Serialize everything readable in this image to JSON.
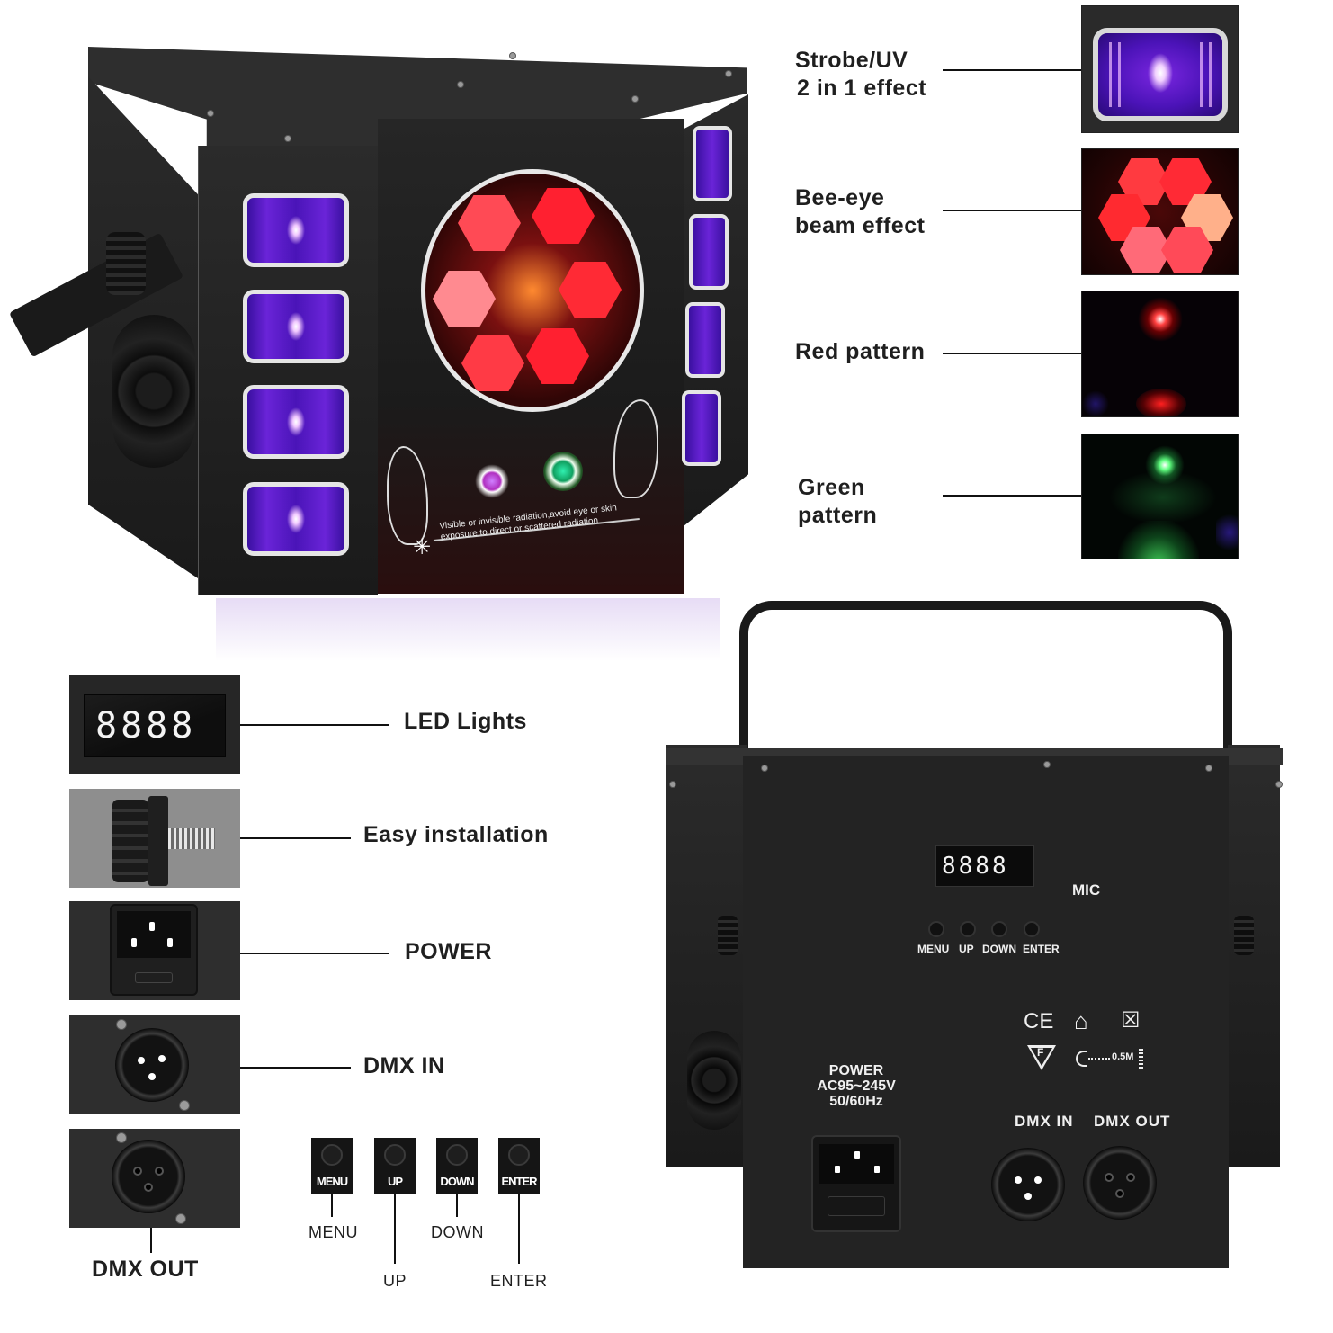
{
  "features_top": [
    {
      "id": "strobe-uv",
      "line1": "Strobe/UV",
      "line2": "2 in 1 effect",
      "thumb_color": "#5a1ed0"
    },
    {
      "id": "bee-eye",
      "line1": "Bee-eye",
      "line2": "beam effect",
      "thumb_color": "#e02020"
    },
    {
      "id": "red-pattern",
      "line1": "Red pattern",
      "line2": "",
      "thumb_color": "#ff1a1a"
    },
    {
      "id": "green-pattern",
      "line1": "Green",
      "line2": "pattern",
      "thumb_color": "#2ee05a"
    }
  ],
  "front_device": {
    "warning_line1": "Visible or invisible radiation,avoid eye or skin",
    "warning_line2": "exposure to direct or scattered radiation"
  },
  "features_bottom": [
    {
      "id": "led-lights",
      "label": "LED Lights",
      "display": "8888"
    },
    {
      "id": "easy-installation",
      "label": "Easy installation"
    },
    {
      "id": "power",
      "label": "POWER"
    },
    {
      "id": "dmx-in",
      "label": "DMX IN"
    },
    {
      "id": "dmx-out",
      "label": "DMX OUT"
    }
  ],
  "control_buttons": [
    {
      "cap": "MENU",
      "label": "MENU"
    },
    {
      "cap": "UP",
      "label": "UP"
    },
    {
      "cap": "DOWN",
      "label": "DOWN"
    },
    {
      "cap": "ENTER",
      "label": "ENTER"
    }
  ],
  "rear_panel": {
    "display": "8888",
    "mic_label": "MIC",
    "buttons": [
      "MENU",
      "UP",
      "DOWN",
      "ENTER"
    ],
    "power_title": "POWER",
    "power_voltage": "AC95~245V",
    "power_freq": "50/60Hz",
    "dmx_in": "DMX IN",
    "dmx_out": "DMX OUT",
    "cert_ce": "CE",
    "cert_f": "F",
    "distance": "0.5M"
  }
}
